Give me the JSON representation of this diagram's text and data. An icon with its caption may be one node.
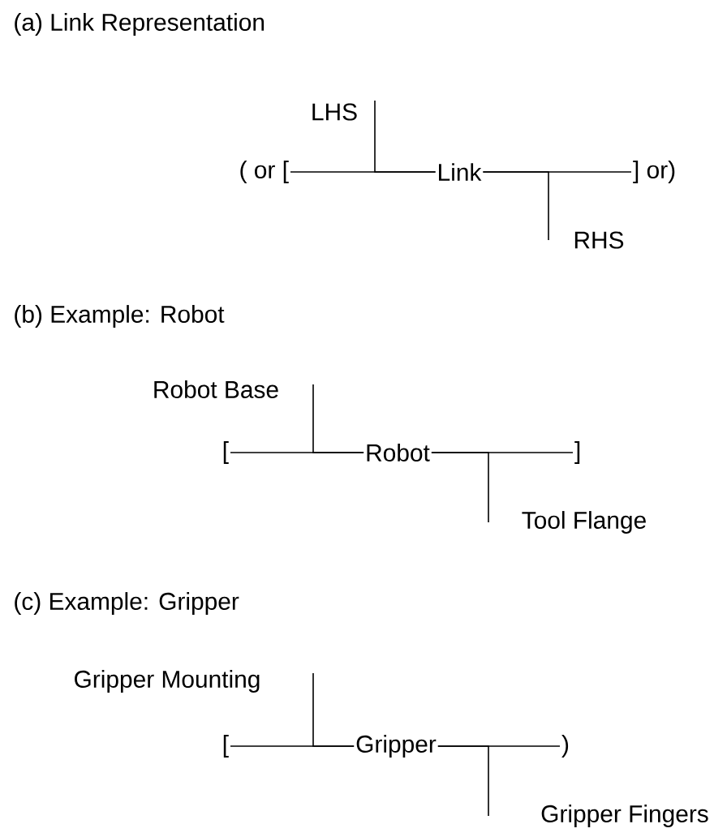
{
  "diagram": {
    "nodes": [
      {
        "text": [
          "LHS"
        ]
      },
      {
        "text": [
          "( or ["
        ]
      },
      {
        "text": [
          "Link"
        ]
      },
      {
        "text": [
          "] or)"
        ]
      },
      {
        "text": [
          "RHS"
        ]
      },
      {
        "text": [
          "Robot Base"
        ]
      },
      {
        "text": [
          "["
        ]
      },
      {
        "text": [
          "Robot"
        ]
      },
      {
        "text": [
          "]"
        ]
      },
      {
        "text": [
          "Tool Flange"
        ]
      },
      {
        "text": [
          "Gripper Mounting"
        ]
      },
      {
        "text": [
          "["
        ]
      },
      {
        "text": [
          "Gripper"
        ]
      },
      {
        "text": [
          ")"
        ]
      },
      {
        "text": [
          "Gripper Fingers"
        ]
      }
    ],
    "edges": [
      {
        "from": 1,
        "to": 2,
        "arrow": "none"
      },
      {
        "from": 0,
        "to": 2,
        "arrow": "none"
      },
      {
        "from": 2,
        "to": 3,
        "arrow": "none"
      },
      {
        "from": 2,
        "to": 4,
        "arrow": "none"
      },
      {
        "from": 6,
        "to": 7,
        "arrow": "none"
      },
      {
        "from": 5,
        "to": 7,
        "arrow": "none"
      },
      {
        "from": 7,
        "to": 8,
        "arrow": "none"
      },
      {
        "from": 7,
        "to": 9,
        "arrow": "none"
      },
      {
        "from": 11,
        "to": 12,
        "arrow": "none"
      },
      {
        "from": 10,
        "to": 12,
        "arrow": "none"
      },
      {
        "from": 12,
        "to": 13,
        "arrow": "none"
      },
      {
        "from": 12,
        "to": 14,
        "arrow": "none"
      }
    ],
    "labels": [
      "(a) Link Representation",
      "(b) Example: Robot",
      "(c) Example: Gripper"
    ]
  }
}
